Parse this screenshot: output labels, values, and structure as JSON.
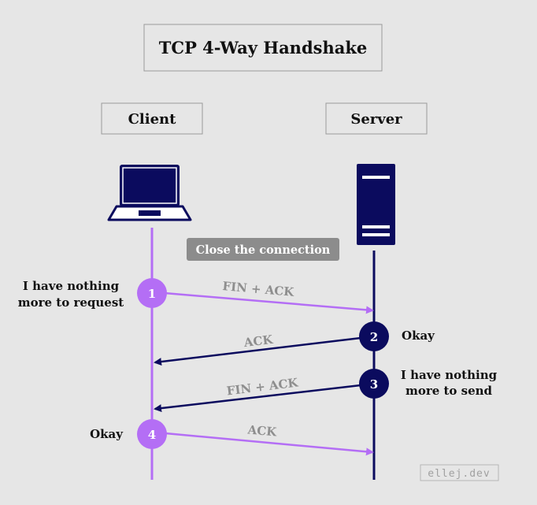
{
  "title": "TCP 4-Way Handshake",
  "client_label": "Client",
  "server_label": "Server",
  "banner": "Close the connection",
  "watermark": "ellej.dev",
  "steps": [
    {
      "number": "1",
      "message": "FIN + ACK",
      "note_line1": "I have nothing",
      "note_line2": "more to request"
    },
    {
      "number": "2",
      "message": "ACK",
      "note": "Okay"
    },
    {
      "number": "3",
      "message": "FIN + ACK",
      "note_line1": "I have nothing",
      "note_line2": "more to send"
    },
    {
      "number": "4",
      "message": "ACK",
      "note": "Okay"
    }
  ],
  "colors": {
    "background": "#e6e6e6",
    "client": "#b46ef5",
    "server": "#0b0b5e",
    "label_gray": "#8e8e8e",
    "banner": "#8c8c8c"
  },
  "icons": {
    "client": "laptop-icon",
    "server": "server-icon"
  }
}
